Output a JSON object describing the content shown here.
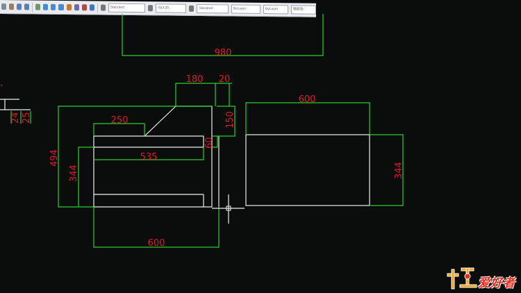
{
  "toolbar": {
    "dropdowns": [
      "Standard",
      "ISO-25",
      "Standard",
      "ByLayer",
      "ByLayer",
      "随颜色"
    ],
    "colors": {
      "accent": "#3a78c8",
      "bg": "#e9ebee"
    }
  },
  "drawing": {
    "dims": {
      "top_width": "980",
      "d180": "180",
      "d20": "20",
      "d150": "150",
      "d250": "250",
      "d494": "494",
      "d344_left": "344",
      "d535": "535",
      "d60": "60",
      "d600_bottom": "600",
      "d600_right": "600",
      "d344_right": "344",
      "frag_24": "24",
      "frag_25": "25"
    },
    "colors": {
      "dimension": "#e0182a",
      "extension": "#2ad02a",
      "geometry": "#f0f0f0"
    }
  },
  "watermark": {
    "logo_text": "爱好者"
  }
}
